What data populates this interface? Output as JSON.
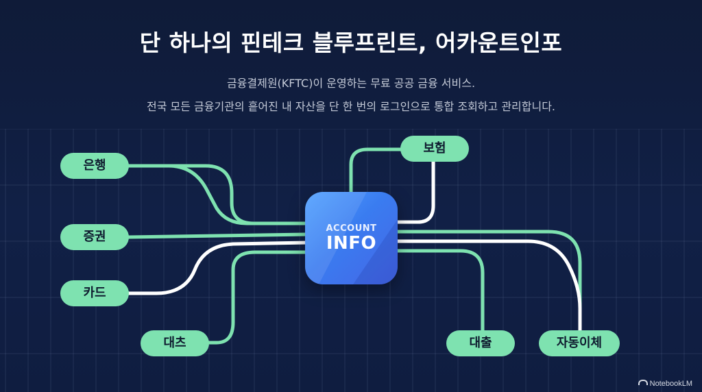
{
  "title": "단 하나의 핀테크 블루프린트, 어카운트인포",
  "subtitle_line1": "금융결제원(KFTC)이 운영하는 무료 공공 금융 서비스.",
  "subtitle_line2": "전국 모든 금융기관의 흩어진 내 자산을 단 한 번의 로그인으로 통합 조회하고 관리합니다.",
  "hub": {
    "top_label": "ACCOUNT",
    "main_label": "INFO"
  },
  "nodes": {
    "bank": "은행",
    "securities": "증권",
    "card": "카드",
    "lending": "대츠",
    "insurance": "보험",
    "loan": "대출",
    "auto_transfer": "자동이체"
  },
  "colors": {
    "background": "#0f1c3a",
    "node_fill": "#7ee2b0",
    "line_green": "#7ee2b0",
    "line_white": "#ffffff",
    "hub_blue": "#3a7cf0"
  },
  "watermark": "NotebookLM"
}
